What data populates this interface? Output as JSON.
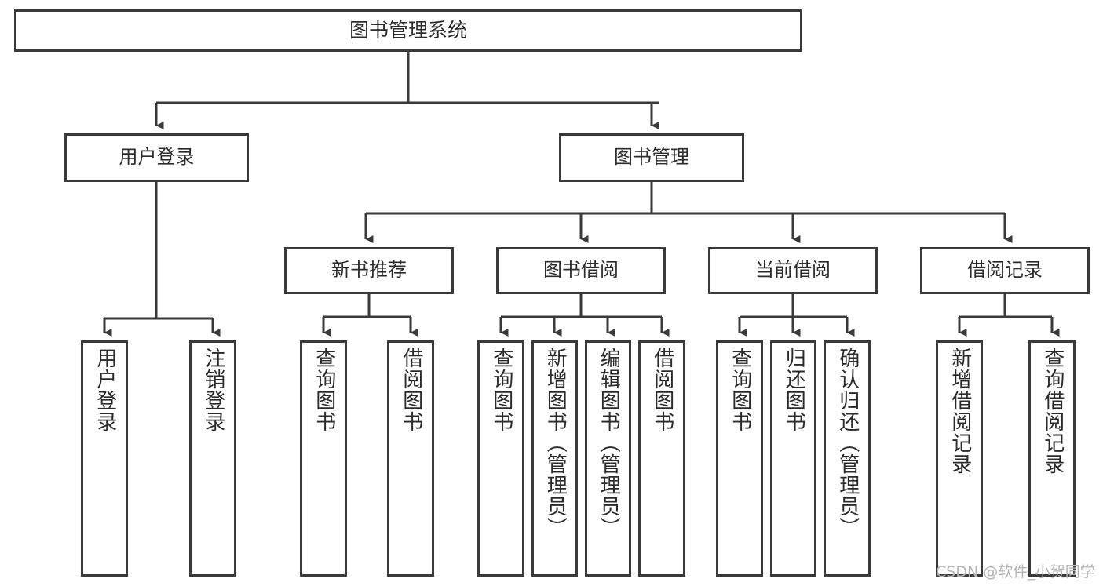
{
  "diagram": {
    "type": "tree-hierarchy",
    "title": "图书管理系统",
    "orientation": "top-down",
    "colors": {
      "node_border": "#3a3a3a",
      "node_fill": "#ffffff",
      "edge": "#3a3a3a",
      "text": "#2b2b2b",
      "watermark": "#b4b4b4",
      "background": "#ffffff"
    },
    "root": {
      "label": "图书管理系统"
    },
    "level2": [
      {
        "label": "用户登录"
      },
      {
        "label": "图书管理"
      }
    ],
    "level3": [
      {
        "label": "新书推荐"
      },
      {
        "label": "图书借阅"
      },
      {
        "label": "当前借阅"
      },
      {
        "label": "借阅记录"
      }
    ],
    "leaves": {
      "user_login": [
        {
          "label": "用户登录"
        },
        {
          "label": "注销登录"
        }
      ],
      "new_book_recommend": [
        {
          "label": "查询图书"
        },
        {
          "label": "借阅图书"
        }
      ],
      "book_borrow": [
        {
          "label": "查询图书"
        },
        {
          "label": "新增图书（管理员）"
        },
        {
          "label": "编辑图书（管理员）"
        },
        {
          "label": "借阅图书"
        }
      ],
      "current_borrow": [
        {
          "label": "查询图书"
        },
        {
          "label": "归还图书"
        },
        {
          "label": "确认归还（管理员）"
        }
      ],
      "borrow_record": [
        {
          "label": "新增借阅记录"
        },
        {
          "label": "查询借阅记录"
        }
      ]
    }
  },
  "watermark": {
    "text": "CSDN @软件_小贺同学"
  }
}
